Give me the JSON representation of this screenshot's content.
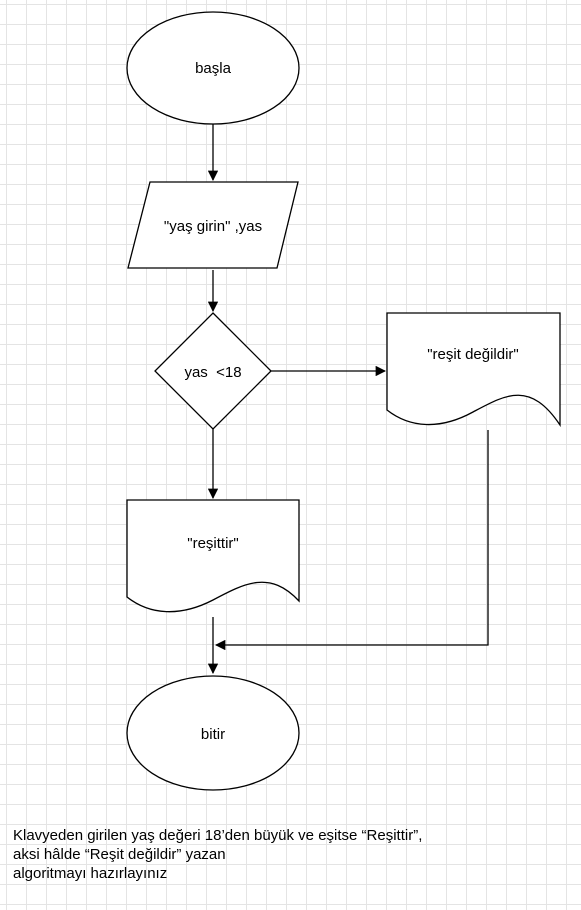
{
  "flowchart": {
    "nodes": {
      "start": {
        "shape": "ellipse",
        "label": "başla"
      },
      "input": {
        "shape": "parallelogram",
        "label": "\"yaş girin\" ,yas"
      },
      "decision": {
        "shape": "diamond",
        "label": "yas  <18"
      },
      "output_not_adult": {
        "shape": "document",
        "label": "\"reşit değildir\""
      },
      "output_adult": {
        "shape": "document",
        "label": "\"reşittir\""
      },
      "end": {
        "shape": "ellipse",
        "label": "bitir"
      }
    },
    "edges": [
      {
        "from": "start",
        "to": "input"
      },
      {
        "from": "input",
        "to": "decision"
      },
      {
        "from": "decision",
        "to": "output_not_adult"
      },
      {
        "from": "decision",
        "to": "output_adult"
      },
      {
        "from": "output_adult",
        "to": "end"
      },
      {
        "from": "output_not_adult",
        "to": "end"
      }
    ]
  },
  "task": {
    "line1": "Klavyeden girilen yaş değeri 18’den büyük ve eşitse “Reşittir”,",
    "line2": "aksi hâlde “Reşit değildir” yazan",
    "line3": "algoritmayı hazırlayınız"
  },
  "colors": {
    "stroke": "#000000",
    "fill": "#ffffff",
    "grid": "#e4e4e4"
  }
}
